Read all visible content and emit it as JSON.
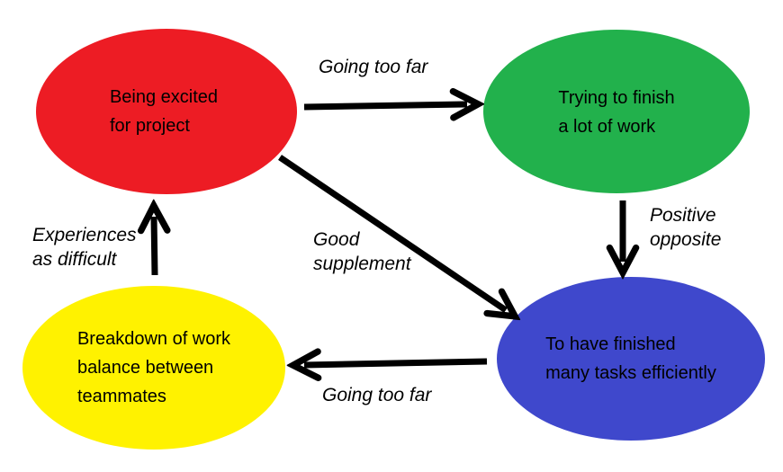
{
  "canvas": {
    "background": "#ffffff",
    "arrow_color": "#000000",
    "text_color": "#000000"
  },
  "nodes": {
    "excited": {
      "color": "#ed1c24",
      "lines": [
        "Being excited",
        "for project"
      ]
    },
    "finish": {
      "color": "#22b14c",
      "lines": [
        "Trying to finish",
        "a lot of work"
      ]
    },
    "finished": {
      "color": "#3f48cc",
      "lines": [
        "To have finished",
        "many tasks efficiently"
      ]
    },
    "breakdown": {
      "color": "#fff200",
      "lines": [
        "Breakdown of work",
        "balance between",
        "teammates"
      ]
    }
  },
  "edges": {
    "excited_to_finish": {
      "from": "excited",
      "to": "finish",
      "label": "Going too far"
    },
    "finish_to_finished": {
      "from": "finish",
      "to": "finished",
      "label_lines": [
        "Positive",
        "opposite"
      ]
    },
    "excited_to_finished": {
      "from": "excited",
      "to": "finished",
      "label_lines": [
        "Good",
        "supplement"
      ]
    },
    "finished_to_breakdown": {
      "from": "finished",
      "to": "breakdown",
      "label": "Going too far"
    },
    "breakdown_to_excited": {
      "from": "breakdown",
      "to": "excited",
      "label_lines": [
        "Experiences",
        "as difficult"
      ]
    }
  }
}
